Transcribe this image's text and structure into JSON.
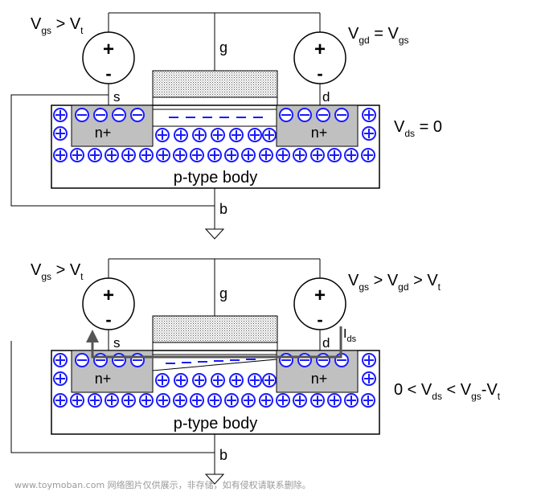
{
  "top": {
    "vgs_vt": {
      "V1": "V",
      "s1": "gs",
      "op": " > ",
      "V2": "V",
      "s2": "t"
    },
    "vgd_vgs": {
      "V1": "V",
      "s1": "gd",
      "op": " = ",
      "V2": "V",
      "s2": "gs"
    },
    "vds0": {
      "V1": "V",
      "s1": "ds",
      "op": " = 0"
    },
    "gate": "g",
    "source": "s",
    "drain": "d",
    "body_terminal": "b",
    "n_left": "n+",
    "n_right": "n+",
    "body": "p-type body",
    "plus": "+",
    "minus": "-"
  },
  "bottom": {
    "vgs_vt": {
      "V1": "V",
      "s1": "gs",
      "op": " > ",
      "V2": "V",
      "s2": "t"
    },
    "vgs_vgd_vt": {
      "V1": "V",
      "s1": "gs",
      "op1": " > ",
      "V2": "V",
      "s2": "gd",
      "op2": " > ",
      "V3": "V",
      "s3": "t"
    },
    "vds_range": {
      "pre": "0 < ",
      "V1": "V",
      "s1": "ds",
      "op": " < ",
      "V2": "V",
      "s2": "gs",
      "dash": "-",
      "V3": "V",
      "s3": "t"
    },
    "ids": {
      "I": "I",
      "s": "ds"
    },
    "gate": "g",
    "source": "s",
    "drain": "d",
    "body_terminal": "b",
    "n_left": "n+",
    "n_right": "n+",
    "body": "p-type body",
    "plus": "+",
    "minus": "-"
  },
  "watermark": "www.toymoban.com 网络图片仅供展示，非存储，如有侵权请联系删除。",
  "colors": {
    "carrier": "#1a1aff",
    "n_region": "#c0c0c0",
    "current_arrow": "#555555",
    "outline": "#000000"
  }
}
